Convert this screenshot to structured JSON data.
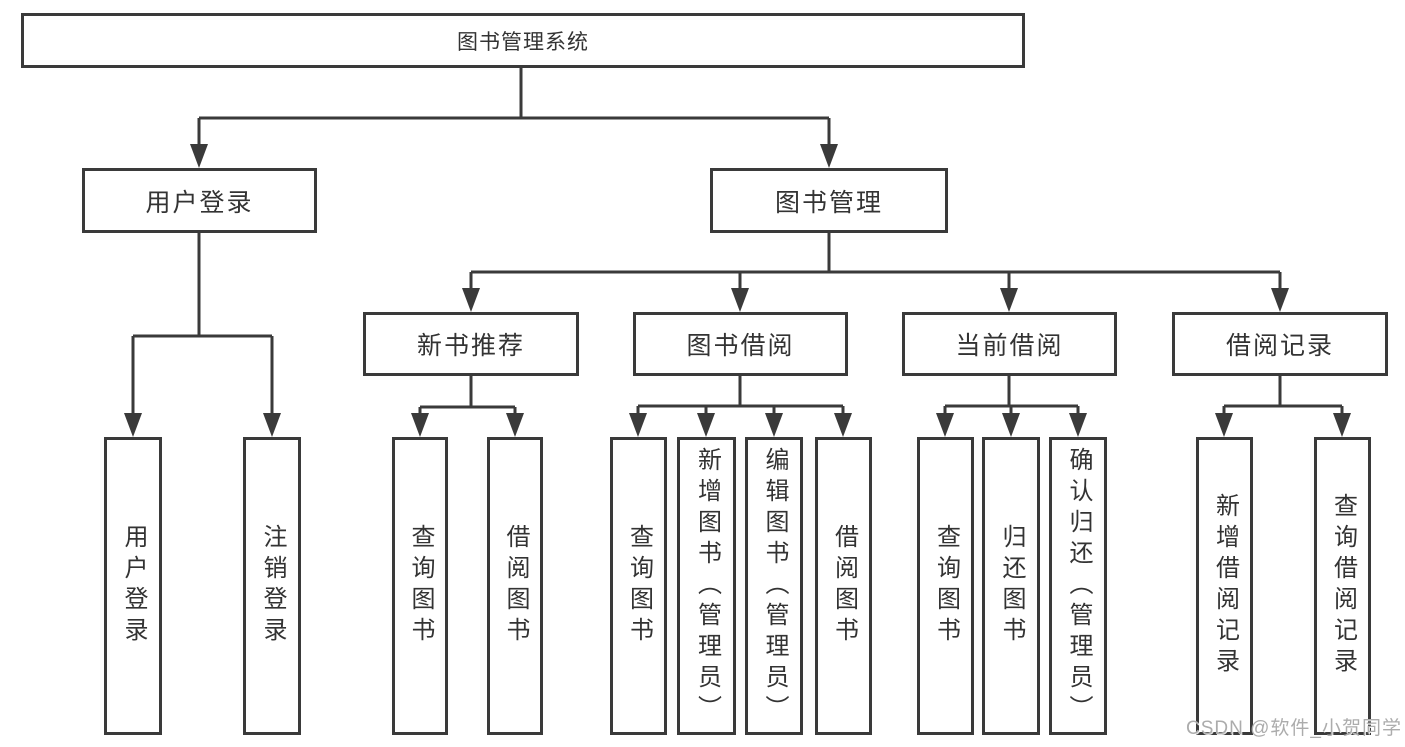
{
  "diagram": {
    "root": "图书管理系统",
    "level2": [
      "用户登录",
      "图书管理"
    ],
    "level3": [
      "新书推荐",
      "图书借阅",
      "当前借阅",
      "借阅记录"
    ],
    "leafGroups": [
      [
        "用户登录",
        "注销登录"
      ],
      [
        "查询图书",
        "借阅图书"
      ],
      [
        "查询图书",
        "新增图书（管理员）",
        "编辑图书（管理员）",
        "借阅图书"
      ],
      [
        "查询图书",
        "归还图书",
        "确认归还（管理员）"
      ],
      [
        "新增借阅记录",
        "查询借阅记录"
      ]
    ]
  },
  "watermark": {
    "text": "CSDN @软件_小贺同学"
  },
  "colors": {
    "line": "#3a3a3a",
    "box_border": "#3a3a3a",
    "text": "#333333",
    "watermark": "#acacac",
    "background": "#ffffff"
  }
}
